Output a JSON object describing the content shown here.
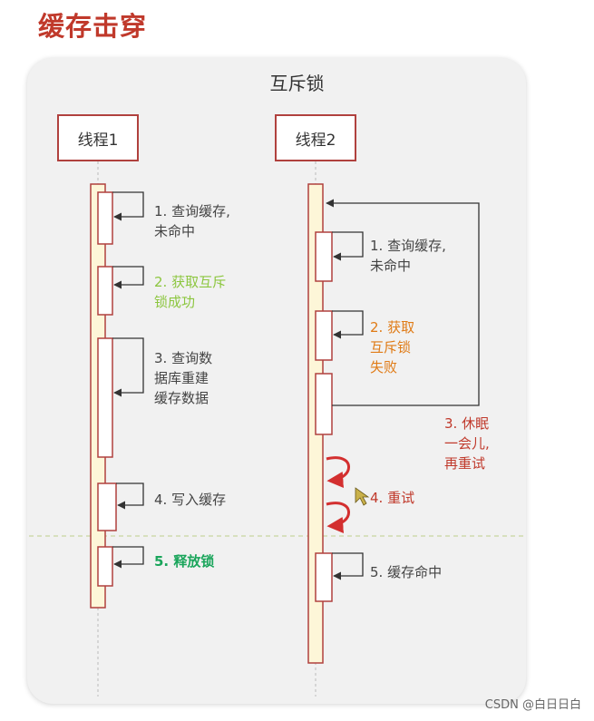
{
  "page_title": "缓存击穿",
  "diagram": {
    "title": "互斥锁",
    "actors": [
      "线程1",
      "线程2"
    ],
    "thread1_steps": [
      "1. 查询缓存,\n未命中",
      "2. 获取互斥\n锁成功",
      "3. 查询数\n据库重建\n缓存数据",
      "4. 写入缓存",
      "5. 释放锁"
    ],
    "thread2_steps": [
      "1. 查询缓存,\n未命中",
      "2. 获取\n互斥锁\n失败",
      "3. 休眠\n一会儿,\n再重试",
      "4. 重试",
      "5. 缓存命中"
    ]
  },
  "colors": {
    "title_red": "#c0392b",
    "lifeline_fill": "#fdf6d8",
    "lifeline_border": "#b0413e",
    "step_green": "#8cc63f",
    "release_green": "#1aa55b",
    "orange": "#e07b16",
    "retry_red": "#d32f2f",
    "divider": "#c8d6a0"
  },
  "watermark": "CSDN @白日日白"
}
